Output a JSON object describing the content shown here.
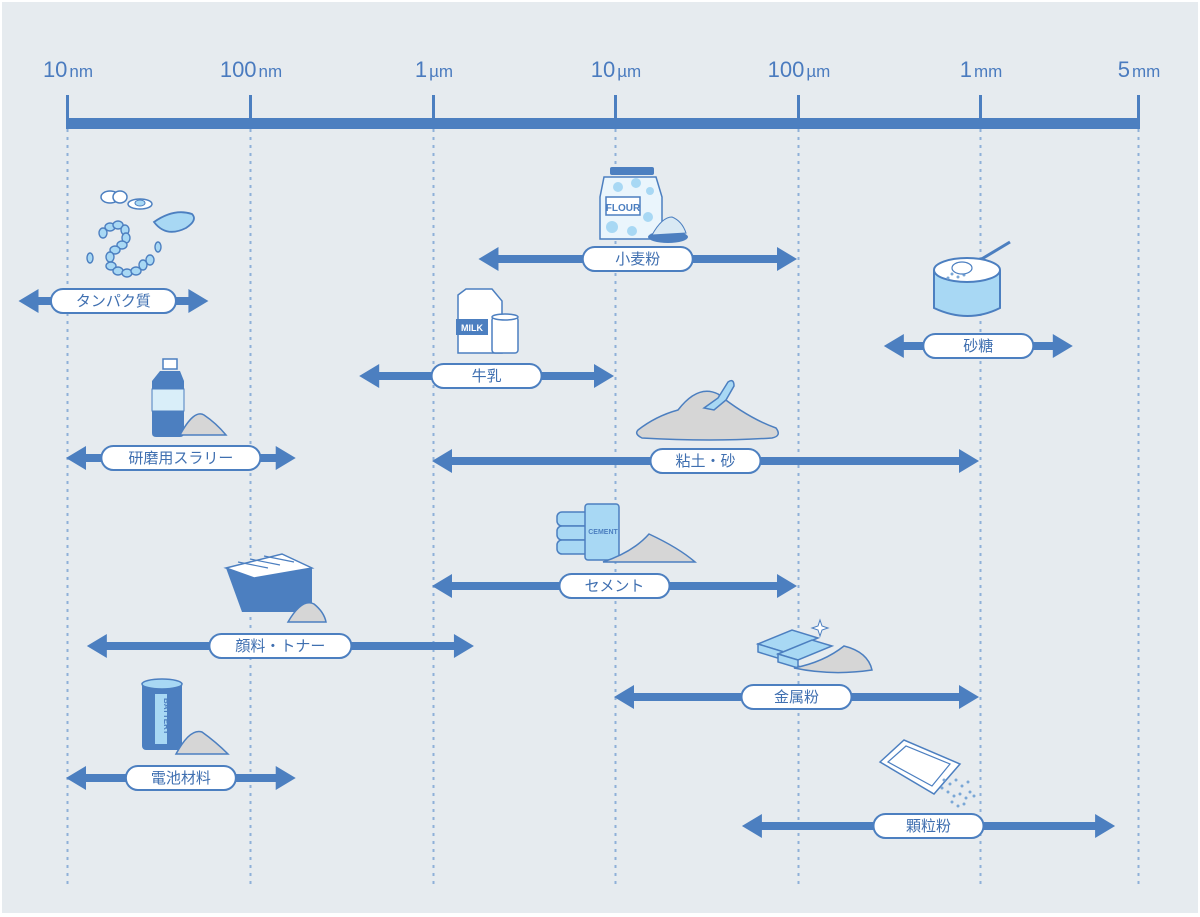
{
  "colors": {
    "background": "#e6ebef",
    "axis": "#4c7fc0",
    "arrow": "#4c7fc0",
    "gridline": "#8fb0d8",
    "label_text": "#3f6fb0",
    "pill_fill": "#ffffff",
    "illustration_light": "#a8d8f4",
    "illustration_dark": "#4c7fc0",
    "powder": "#d6d6d6"
  },
  "chart_data": {
    "type": "range",
    "title": "",
    "scale": "log",
    "unit": "nm",
    "axis": {
      "ticks": [
        {
          "value": 10,
          "number": "10",
          "unit": "nm"
        },
        {
          "value": 100,
          "number": "100",
          "unit": "nm"
        },
        {
          "value": 1000,
          "number": "1",
          "unit": "µm"
        },
        {
          "value": 10000,
          "number": "10",
          "unit": "µm"
        },
        {
          "value": 100000,
          "number": "100",
          "unit": "µm"
        },
        {
          "value": 1000000,
          "number": "1",
          "unit": "mm"
        },
        {
          "value": 5000000,
          "number": "5",
          "unit": "mm"
        }
      ],
      "range": [
        10,
        5000000
      ],
      "grid": true
    },
    "items": [
      {
        "label": "タンパク質",
        "icon": "protein-icon",
        "min": 5.5,
        "max": 60
      },
      {
        "label": "小麦粉",
        "icon": "flour-bag-icon",
        "min": 1800,
        "max": 100000
      },
      {
        "label": "牛乳",
        "icon": "milk-carton-icon",
        "min": 400,
        "max": 10000
      },
      {
        "label": "砂糖",
        "icon": "sugar-bowl-icon",
        "min": 300000,
        "max": 2600000
      },
      {
        "label": "研磨用スラリー",
        "icon": "slurry-bottle-icon",
        "min": 10,
        "max": 180
      },
      {
        "label": "粘土・砂",
        "icon": "sand-pile-icon",
        "min": 1000,
        "max": 1000000
      },
      {
        "label": "セメント",
        "icon": "cement-bags-icon",
        "min": 1000,
        "max": 100000
      },
      {
        "label": "顔料・トナー",
        "icon": "toner-cartridge-icon",
        "min": 13,
        "max": 1700
      },
      {
        "label": "金属粉",
        "icon": "metal-ingots-icon",
        "min": 10000,
        "max": 1000000
      },
      {
        "label": "電池材料",
        "icon": "battery-icon",
        "min": 10,
        "max": 180
      },
      {
        "label": "顆粒粉",
        "icon": "granule-sachet-icon",
        "min": 50000,
        "max": 4000000
      }
    ]
  },
  "illustration_text": {
    "flour": "FLOUR",
    "milk": "MILK",
    "cement": "CEMENT",
    "battery": "BATTERY"
  }
}
